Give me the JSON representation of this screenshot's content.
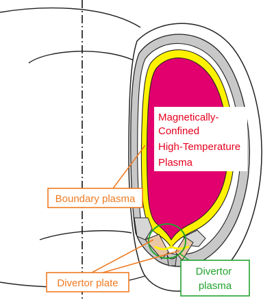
{
  "labels": {
    "core_plasma": [
      "Magnetically-",
      "Confined",
      "High-Temperature",
      "Plasma"
    ],
    "boundary_plasma": "Boundary plasma",
    "divertor_plate": "Divertor plate",
    "divertor_plasma": [
      "Divertor",
      "plasma"
    ]
  },
  "colors": {
    "core_fill": "#e2006f",
    "core_text": "#e6001e",
    "boundary_fill": "#fff200",
    "wall_fill": "#c8c8c8",
    "orange_callout": "#ef7b22",
    "green_callout": "#22a22e",
    "plate_fill": "#e9c6a6",
    "line": "#111111"
  },
  "icons": {
    "axis": "dash-dot-axis-line"
  }
}
